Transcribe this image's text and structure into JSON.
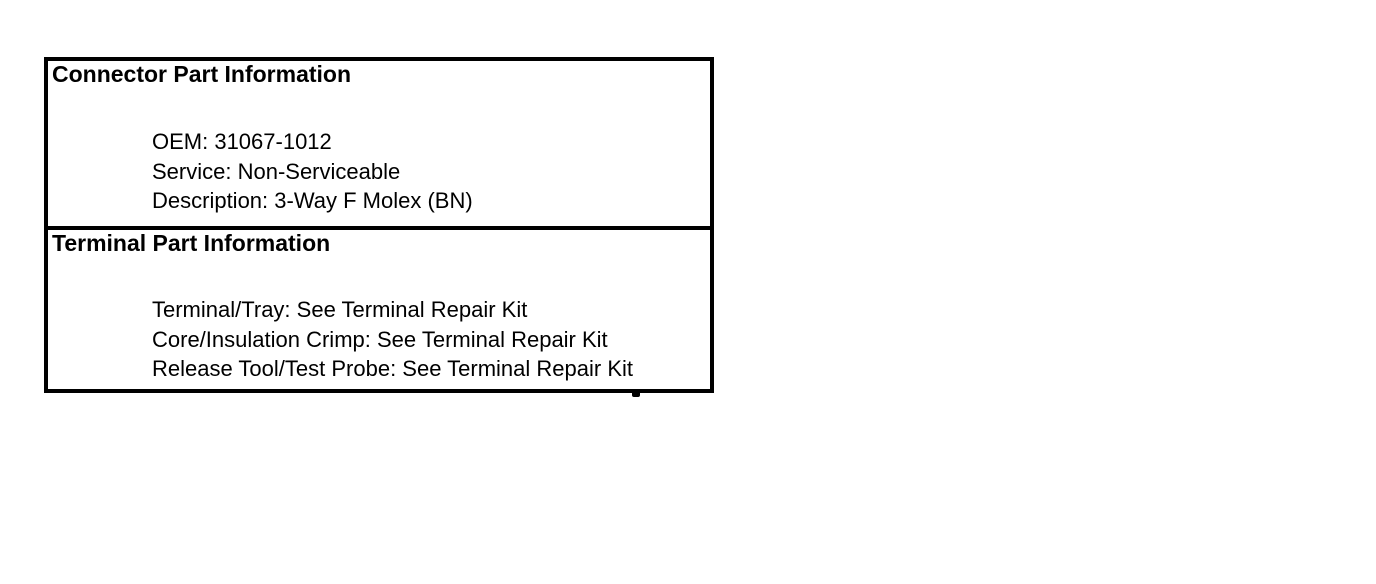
{
  "page": {
    "background_color": "#ffffff",
    "text_color": "#000000",
    "border_color": "#000000"
  },
  "sections": [
    {
      "title": "Connector Part Information",
      "lines": [
        {
          "label": "OEM",
          "value": "31067-1012",
          "text": "OEM: 31067-1012"
        },
        {
          "label": "Service",
          "value": "Non-Serviceable",
          "text": "Service: Non-Serviceable"
        },
        {
          "label": "Description",
          "value": "3-Way F Molex (BN)",
          "text": "Description: 3-Way F Molex (BN)"
        }
      ]
    },
    {
      "title": "Terminal Part Information",
      "lines": [
        {
          "label": "Terminal/Tray",
          "value": "See Terminal Repair Kit",
          "text": "Terminal/Tray: See Terminal Repair Kit"
        },
        {
          "label": "Core/Insulation Crimp",
          "value": "See Terminal Repair Kit",
          "text": "Core/Insulation Crimp: See Terminal Repair Kit"
        },
        {
          "label": "Release Tool/Test Probe",
          "value": "See Terminal Repair Kit",
          "text": "Release Tool/Test Probe: See Terminal Repair Kit"
        }
      ]
    }
  ]
}
